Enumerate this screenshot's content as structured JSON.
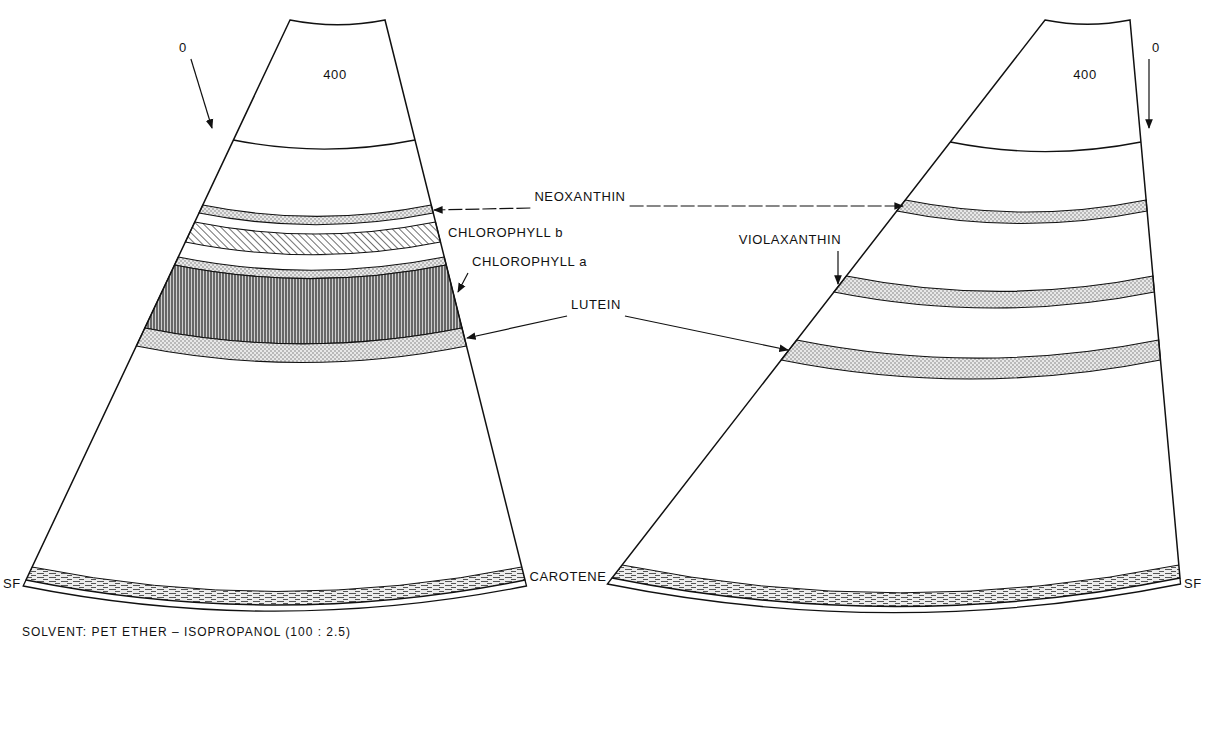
{
  "diagram": {
    "caption": "SOLVENT: PET ETHER – ISOPROPANOL (100 : 2.5)",
    "labels": [
      "400",
      "0",
      "400",
      "0",
      "NEOXANTHIN",
      "CHLOROPHYLL b",
      "VIOLAXANTHIN",
      "CHLOROPHYLL a",
      "LUTEIN",
      "CAROTENE",
      "SF",
      "SF"
    ]
  }
}
